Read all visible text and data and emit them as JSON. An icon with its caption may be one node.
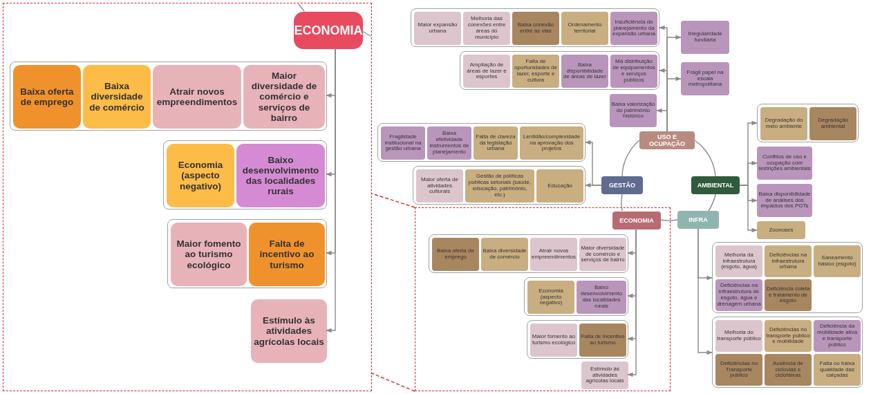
{
  "diagram": {
    "nodes": [
      {
        "text": [],
        "shape": "box"
      },
      {
        "text": [
          "ECONOMIA"
        ],
        "in": 0
      },
      {
        "text": [],
        "shape": "box",
        "in": 0
      },
      {
        "text": [
          "Baixa oferta de emprego"
        ],
        "in": 2
      },
      {
        "text": [
          "Baixa diversidade de comércio"
        ],
        "in": 2
      },
      {
        "text": [
          "Atrair novos empreendimentos"
        ],
        "in": 2
      },
      {
        "text": [
          "Maior diversidade de comércio e serviços de bairro"
        ],
        "in": 2
      },
      {
        "text": [],
        "shape": "box",
        "in": 0
      },
      {
        "text": [
          "Economia (aspecto negativo)"
        ],
        "in": 7
      },
      {
        "text": [
          "Baixo desenvolvimento das localidades rurais"
        ],
        "in": 7
      },
      {
        "text": [],
        "shape": "box",
        "in": 0
      },
      {
        "text": [
          "Maior fomento ao turismo ecológico"
        ],
        "in": 10
      },
      {
        "text": [
          "Falta de incentivo ao turismo"
        ],
        "in": 10
      },
      {
        "text": [
          "Estímulo às atividades agrícolas locais"
        ],
        "in": 0
      },
      {
        "text": [],
        "shape": "box"
      },
      {
        "text": [
          "USO E OCUPAÇÃO"
        ]
      },
      {
        "text": [
          "AMBIENTAL"
        ]
      },
      {
        "text": [
          "INFRA"
        ]
      },
      {
        "text": [
          "ECONOMIA"
        ],
        "in": 14
      },
      {
        "text": [
          "GESTÃO"
        ]
      },
      {
        "text": [],
        "shape": "box"
      },
      {
        "text": [
          "Maior expansão urbana"
        ],
        "in": 20
      },
      {
        "text": [
          "Melhoria das conexões entre áreas do município"
        ],
        "in": 20
      },
      {
        "text": [
          "Baixa conexão entre as vias"
        ],
        "in": 20
      },
      {
        "text": [
          "Ordenamento territorial"
        ],
        "in": 20
      },
      {
        "text": [
          "Insuficiência do planejamento da expansão urbana"
        ],
        "in": 20
      },
      {
        "text": [],
        "shape": "box"
      },
      {
        "text": [
          "Ampliação de áreas de lazer e esportes"
        ],
        "in": 26
      },
      {
        "text": [
          "Falta de oportunidades de lazer, esporte e cultura"
        ],
        "in": 26
      },
      {
        "text": [
          "Baixa disponibilidade de áreas de lazer"
        ],
        "in": 26
      },
      {
        "text": [
          "Má distribuição de equipamentos e serviços públicos"
        ],
        "in": 26
      },
      {
        "text": [
          "Baixa valorização do patrimônio histórico"
        ]
      },
      {
        "text": [
          "Irregularidade fundiária"
        ]
      },
      {
        "text": [
          "Frágil papel na escala metropolitana"
        ]
      },
      {
        "text": [],
        "shape": "box"
      },
      {
        "text": [
          "Fragilidade institucional na gestão urbana"
        ],
        "in": 34
      },
      {
        "text": [
          "Baixa efetividade instrumentos de planejamento"
        ],
        "in": 34
      },
      {
        "text": [
          "Falta de clareza da legislação urbana"
        ],
        "in": 34
      },
      {
        "text": [
          "Lentidão/complexidade na aprovação dos projetos"
        ],
        "in": 34
      },
      {
        "text": [],
        "shape": "box"
      },
      {
        "text": [
          "Maior oferta de atividades culturais"
        ],
        "in": 39
      },
      {
        "text": [
          "Gestão de políticas públicas setoriais (saúde, educação, patrimônio, etc.)"
        ],
        "in": 39
      },
      {
        "text": [
          "Educação"
        ],
        "in": 39
      },
      {
        "text": [],
        "shape": "box"
      },
      {
        "text": [
          "Degradação do meio ambiente"
        ],
        "in": 43
      },
      {
        "text": [
          "Degradação ambiental"
        ],
        "in": 43
      },
      {
        "text": [
          "Conflitos de uso e ocupação com restrições ambientais"
        ]
      },
      {
        "text": [
          "Baixa disponibilidade de análises dos impactos dos PGTs"
        ]
      },
      {
        "text": [
          "Zoonoses"
        ]
      },
      {
        "text": [],
        "shape": "box"
      },
      {
        "text": [
          "Melhoria da infraestrutura (esgoto, água)"
        ],
        "in": 49
      },
      {
        "text": [
          "Deficiências na infraestrutura urbana"
        ],
        "in": 49
      },
      {
        "text": [
          "Saneamento básico (esgoto)"
        ],
        "in": 49
      },
      {
        "text": [
          "Deficiências na infraestrutura de esgoto, água e drenagem urbana"
        ],
        "in": 49
      },
      {
        "text": [
          "Deficiência coleta e tratamento de esgoto"
        ],
        "in": 49
      },
      {
        "text": [],
        "shape": "box"
      },
      {
        "text": [
          "Melhoria do transporte público"
        ],
        "in": 55
      },
      {
        "text": [
          "Deficiências no transporte público e mobilidade"
        ],
        "in": 55
      },
      {
        "text": [
          "Deficiência da mobilidade ativa e transporte público"
        ],
        "in": 55
      },
      {
        "text": [
          "Deficiências no Transporte público"
        ],
        "in": 55
      },
      {
        "text": [
          "Ausência de ciclovias e ciclofaixas"
        ],
        "in": 55
      },
      {
        "text": [
          "Falta ou baixa qualidade das calçadas"
        ],
        "in": 55
      },
      {
        "text": [],
        "shape": "box",
        "in": 14
      },
      {
        "text": [
          "Baixa oferta de emprego"
        ],
        "in": 62
      },
      {
        "text": [
          "Baixa diversidade de comércio"
        ],
        "in": 62
      },
      {
        "text": [
          "Atrair novos empreendimentos"
        ],
        "in": 62
      },
      {
        "text": [
          "Maior diversidade de comércio e serviços de bairro"
        ],
        "in": 62
      },
      {
        "text": [],
        "shape": "box",
        "in": 14
      },
      {
        "text": [
          "Economia (aspecto negativo)"
        ],
        "in": 67
      },
      {
        "text": [
          "Baixo desenvolvimento das localidades rurais"
        ],
        "in": 67
      },
      {
        "text": [],
        "shape": "box",
        "in": 14
      },
      {
        "text": [
          "Maior fomento ao turismo ecológico"
        ],
        "in": 70
      },
      {
        "text": [
          "Falta de incentivo ao turismo"
        ],
        "in": 70
      },
      {
        "text": [
          "Estímulo às atividades agrícolas locais"
        ],
        "in": 14
      }
    ],
    "edges": [
      {
        "from": 1,
        "to": 2,
        "arrow": "to"
      },
      {
        "from": 1,
        "to": 7,
        "arrow": "to"
      },
      {
        "from": 1,
        "to": 10,
        "arrow": "to"
      },
      {
        "from": 1,
        "to": 13,
        "arrow": "to"
      },
      {
        "from": 1,
        "to": null,
        "arrow": "none"
      },
      {
        "from": 1,
        "to": null,
        "arrow": "none"
      },
      {
        "from": 14,
        "to": 0,
        "arrow": "none",
        "style": "dashed",
        "color": "#e02020"
      },
      {
        "from": 14,
        "to": 0,
        "arrow": "none",
        "style": "dashed",
        "color": "#e02020"
      },
      {
        "from": 15,
        "to": 16,
        "arrow": "none"
      },
      {
        "from": 16,
        "to": 17,
        "arrow": "none"
      },
      {
        "from": 17,
        "to": 18,
        "arrow": "none"
      },
      {
        "from": 18,
        "to": 19,
        "arrow": "none"
      },
      {
        "from": 19,
        "to": 15,
        "arrow": "none"
      },
      {
        "from": 15,
        "to": 20,
        "arrow": "to"
      },
      {
        "from": 15,
        "to": 26,
        "arrow": "to"
      },
      {
        "from": 15,
        "to": 31,
        "arrow": "to"
      },
      {
        "from": 15,
        "to": 32,
        "arrow": "to"
      },
      {
        "from": 15,
        "to": 33,
        "arrow": "to"
      },
      {
        "from": 19,
        "to": 34,
        "arrow": "to"
      },
      {
        "from": 19,
        "to": 39,
        "arrow": "to"
      },
      {
        "from": 16,
        "to": 43,
        "arrow": "to"
      },
      {
        "from": 16,
        "to": 46,
        "arrow": "to"
      },
      {
        "from": 16,
        "to": 47,
        "arrow": "to"
      },
      {
        "from": 16,
        "to": 48,
        "arrow": "to"
      },
      {
        "from": 17,
        "to": 49,
        "arrow": "to"
      },
      {
        "from": 17,
        "to": 55,
        "arrow": "to"
      },
      {
        "from": 18,
        "to": 62,
        "arrow": "to"
      },
      {
        "from": 18,
        "to": 67,
        "arrow": "to"
      },
      {
        "from": 18,
        "to": 70,
        "arrow": "to"
      },
      {
        "from": 18,
        "to": 73,
        "arrow": "to"
      }
    ]
  }
}
